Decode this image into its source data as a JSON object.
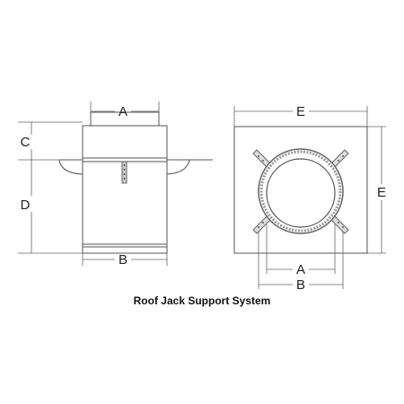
{
  "caption": "Roof Jack Support System",
  "side_view": {
    "dim_top": "A",
    "dim_upper": "C",
    "dim_lower": "D",
    "dim_bottom": "B"
  },
  "top_view": {
    "dim_top": "E",
    "dim_right": "E",
    "dim_inner": "A",
    "dim_outer": "B"
  }
}
